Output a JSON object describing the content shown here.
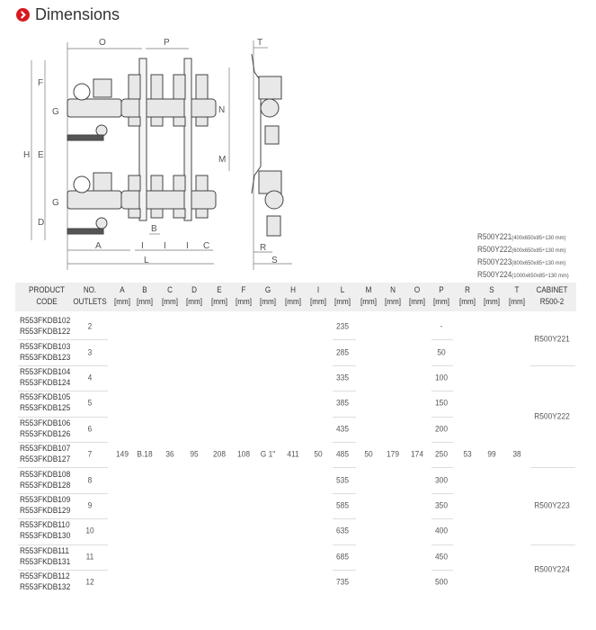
{
  "title": "Dimensions",
  "drawing": {
    "labels": {
      "O": "O",
      "P": "P",
      "T": "T",
      "F": "F",
      "G": "G",
      "H": "H",
      "E": "E",
      "D": "D",
      "N": "N",
      "M": "M",
      "B": "B",
      "A": "A",
      "I": "I",
      "C": "C",
      "L": "L",
      "R": "R",
      "S": "S"
    }
  },
  "cabinet_notes": [
    {
      "code": "R500Y221",
      "size": "(400x650x85÷130 mm)"
    },
    {
      "code": "R500Y222",
      "size": "(600x650x85÷130 mm)"
    },
    {
      "code": "R500Y223",
      "size": "(800x650x85÷130 mm)"
    },
    {
      "code": "R500Y224",
      "size": "(1000x650x85÷130 mm)"
    }
  ],
  "table": {
    "headers": [
      [
        "PRODUCT",
        "CODE"
      ],
      [
        "NO.",
        "OUTLETS"
      ],
      [
        "A",
        "[mm]"
      ],
      [
        "B",
        "[mm]"
      ],
      [
        "C",
        "[mm]"
      ],
      [
        "D",
        "[mm]"
      ],
      [
        "E",
        "[mm]"
      ],
      [
        "F",
        "[mm]"
      ],
      [
        "G",
        "[mm]"
      ],
      [
        "H",
        "[mm]"
      ],
      [
        "I",
        "[mm]"
      ],
      [
        "L",
        "[mm]"
      ],
      [
        "M",
        "[mm]"
      ],
      [
        "N",
        "[mm]"
      ],
      [
        "O",
        "[mm]"
      ],
      [
        "P",
        "[mm]"
      ],
      [
        "R",
        "[mm]"
      ],
      [
        "S",
        "[mm]"
      ],
      [
        "T",
        "[mm]"
      ],
      [
        "CABINET",
        "R500-2"
      ]
    ],
    "rows": [
      {
        "codes": [
          "R553FKDB102",
          "R553FKDB122"
        ],
        "outlets": "2",
        "L": "235",
        "P": "-"
      },
      {
        "codes": [
          "R553FKDB103",
          "R553FKDB123"
        ],
        "outlets": "3",
        "L": "285",
        "P": "50"
      },
      {
        "codes": [
          "R553FKDB104",
          "R553FKDB124"
        ],
        "outlets": "4",
        "L": "335",
        "P": "100"
      },
      {
        "codes": [
          "R553FKDB105",
          "R553FKDB125"
        ],
        "outlets": "5",
        "L": "385",
        "P": "150"
      },
      {
        "codes": [
          "R553FKDB106",
          "R553FKDB126"
        ],
        "outlets": "6",
        "L": "435",
        "P": "200"
      },
      {
        "codes": [
          "R553FKDB107",
          "R553FKDB127"
        ],
        "outlets": "7",
        "L": "485",
        "P": "250"
      },
      {
        "codes": [
          "R553FKDB108",
          "R553FKDB128"
        ],
        "outlets": "8",
        "L": "535",
        "P": "300"
      },
      {
        "codes": [
          "R553FKDB109",
          "R553FKDB129"
        ],
        "outlets": "9",
        "L": "585",
        "P": "350"
      },
      {
        "codes": [
          "R553FKDB110",
          "R553FKDB130"
        ],
        "outlets": "10",
        "L": "635",
        "P": "400"
      },
      {
        "codes": [
          "R553FKDB111",
          "R553FKDB131"
        ],
        "outlets": "11",
        "L": "685",
        "P": "450"
      },
      {
        "codes": [
          "R553FKDB112",
          "R553FKDB132"
        ],
        "outlets": "12",
        "L": "735",
        "P": "500"
      }
    ],
    "common": {
      "A": "149",
      "B": "B.18",
      "C": "36",
      "D": "95",
      "E": "208",
      "F": "108",
      "G": "G 1\"",
      "H": "411",
      "I": "50",
      "M": "50",
      "N": "179",
      "O": "174",
      "R": "53",
      "S": "99",
      "T": "38"
    },
    "cabinets": [
      {
        "code": "R500Y221",
        "from": 0,
        "to": 1
      },
      {
        "code": "R500Y222",
        "from": 2,
        "to": 5
      },
      {
        "code": "R500Y223",
        "from": 6,
        "to": 8
      },
      {
        "code": "R500Y224",
        "from": 9,
        "to": 10
      }
    ]
  }
}
